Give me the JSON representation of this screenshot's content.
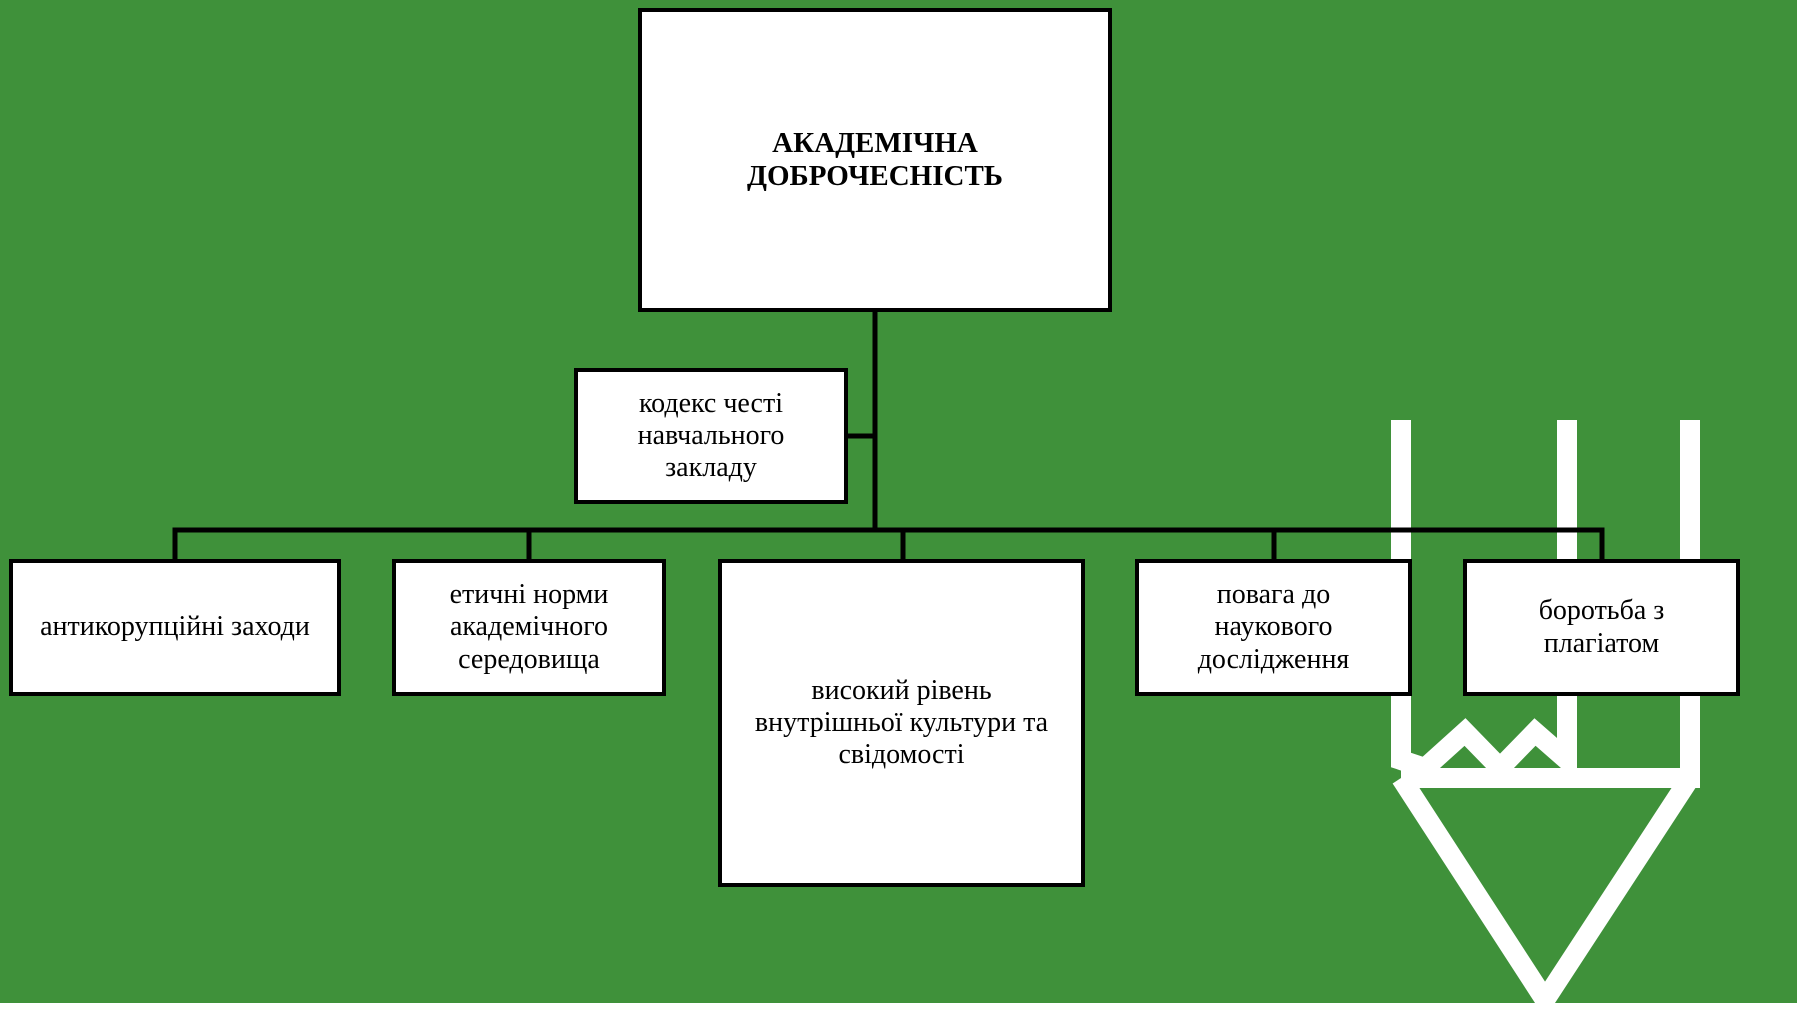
{
  "colors": {
    "background": "#3f913a",
    "box_fill": "#ffffff",
    "box_border": "#000000",
    "connector": "#000000",
    "decoration": "#ffffff"
  },
  "diagram": {
    "root": {
      "label": "АКАДЕМІЧНА\nДОБРОЧЕСНІСТЬ"
    },
    "side": {
      "label": "кодекс честі\nнавчального\nзакладу"
    },
    "children": [
      {
        "label": "антикорупційні заходи"
      },
      {
        "label": "етичні норми\nакадемічного\nсередовища"
      },
      {
        "label": "високий рівень\nвнутрішньої культури та\nсвідомості"
      },
      {
        "label": "повага до\nнаукового\nдослідження"
      },
      {
        "label": "боротьба з\nплагіатом"
      }
    ]
  },
  "decoration": {
    "icon": "pencil-icon"
  }
}
